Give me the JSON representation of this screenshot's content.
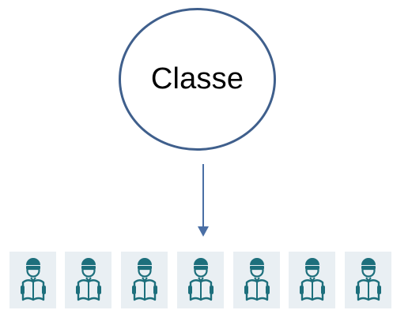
{
  "diagram": {
    "node": {
      "label": "Classe",
      "border_color": "#3f5f8c"
    },
    "connector": {
      "type": "arrow",
      "direction": "down",
      "color": "#4a6fa5"
    },
    "students": {
      "count": 7,
      "icon": "student-reading-icon",
      "icon_color": "#1d6f7c",
      "tile_color": "#e9eff3"
    }
  }
}
